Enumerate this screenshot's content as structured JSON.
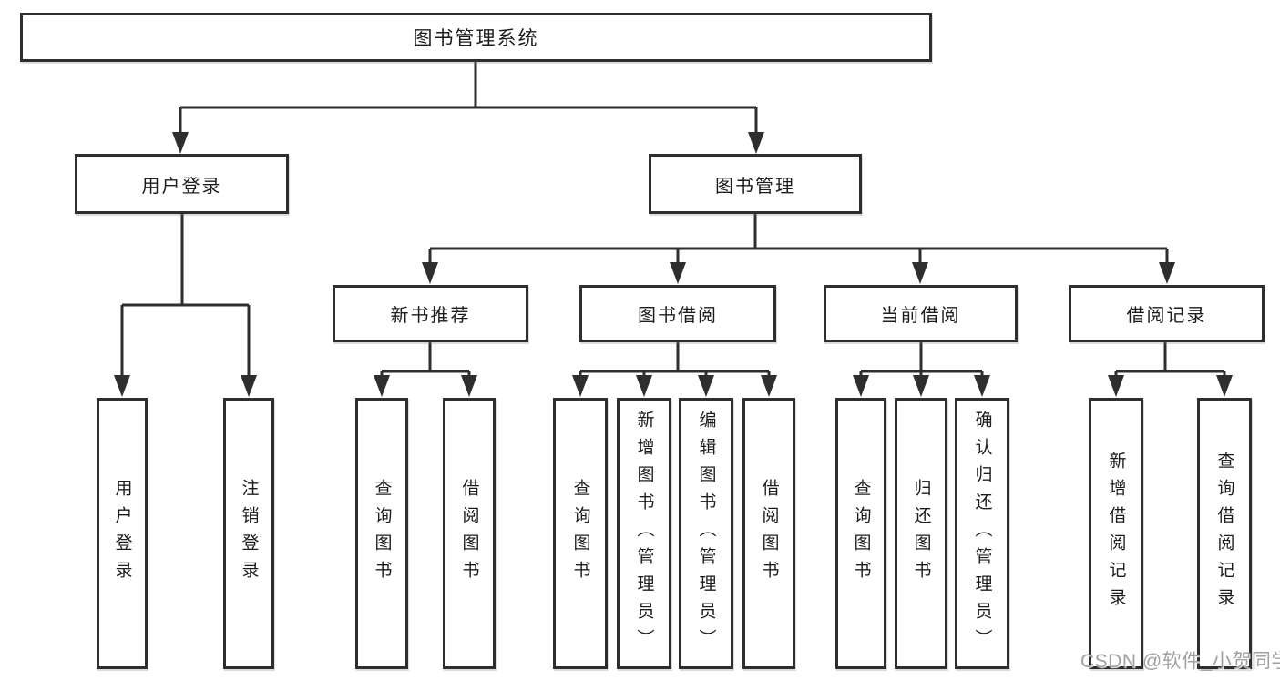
{
  "colors": {
    "background": "#ffffff",
    "line": "#2e2e2e",
    "box_border": "#2e2e2e",
    "box_fill": "#ffffff",
    "text": "#1c1c1c",
    "watermark": "#a2a0a0"
  },
  "watermark": {
    "text": "CSDN @软件_小贺同学"
  },
  "tree": {
    "label": "图书管理系统",
    "children": [
      {
        "label": "用户登录",
        "children": [
          {
            "label": "用户登录"
          },
          {
            "label": "注销登录"
          }
        ]
      },
      {
        "label": "图书管理",
        "children": [
          {
            "label": "新书推荐",
            "children": [
              {
                "label": "查询图书"
              },
              {
                "label": "借阅图书"
              }
            ]
          },
          {
            "label": "图书借阅",
            "children": [
              {
                "label": "查询图书"
              },
              {
                "label": "新增图书（管理员）"
              },
              {
                "label": "编辑图书（管理员）"
              },
              {
                "label": "借阅图书"
              }
            ]
          },
          {
            "label": "当前借阅",
            "children": [
              {
                "label": "查询图书"
              },
              {
                "label": "归还图书"
              },
              {
                "label": "确认归还（管理员）"
              }
            ]
          },
          {
            "label": "借阅记录",
            "children": [
              {
                "label": "新增借阅记录"
              },
              {
                "label": "查询借阅记录"
              }
            ]
          }
        ]
      }
    ]
  }
}
